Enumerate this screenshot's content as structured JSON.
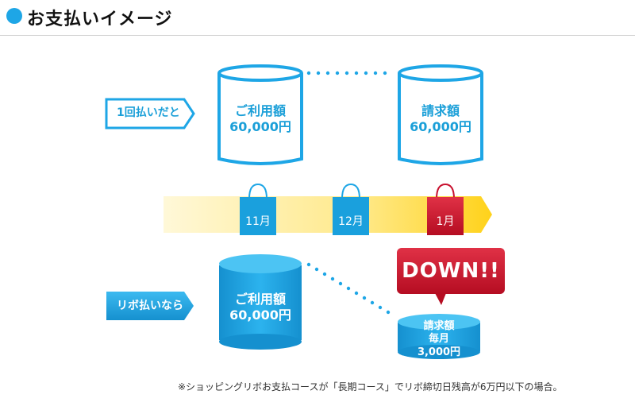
{
  "header": {
    "title": "お支払いイメージ",
    "accent_color": "#1ea6e6"
  },
  "rows": {
    "single": {
      "label": "1回払いだと"
    },
    "revolving": {
      "label": "リボ払いなら"
    }
  },
  "cylinders": {
    "usage_single": {
      "line1": "ご利用額",
      "line2": "60,000円"
    },
    "billing_single": {
      "line1": "請求額",
      "line2": "60,000円"
    },
    "usage_revolving": {
      "line1": "ご利用額",
      "line2": "60,000円"
    },
    "billing_revolving": {
      "line1": "請求額",
      "line2": "毎月",
      "line3": "3,000円"
    }
  },
  "timeline": {
    "months": [
      "11月",
      "12月",
      "1月"
    ]
  },
  "callout": {
    "text": "DOWN!!",
    "color": "#c8102e"
  },
  "footnote": "※ショッピングリボお支払コースが「長期コース」でリボ締切日残高が6万円以下の場合。",
  "icons": [
    "shopping-bag-icon",
    "shopping-bag-icon",
    "shopping-bag-icon"
  ]
}
